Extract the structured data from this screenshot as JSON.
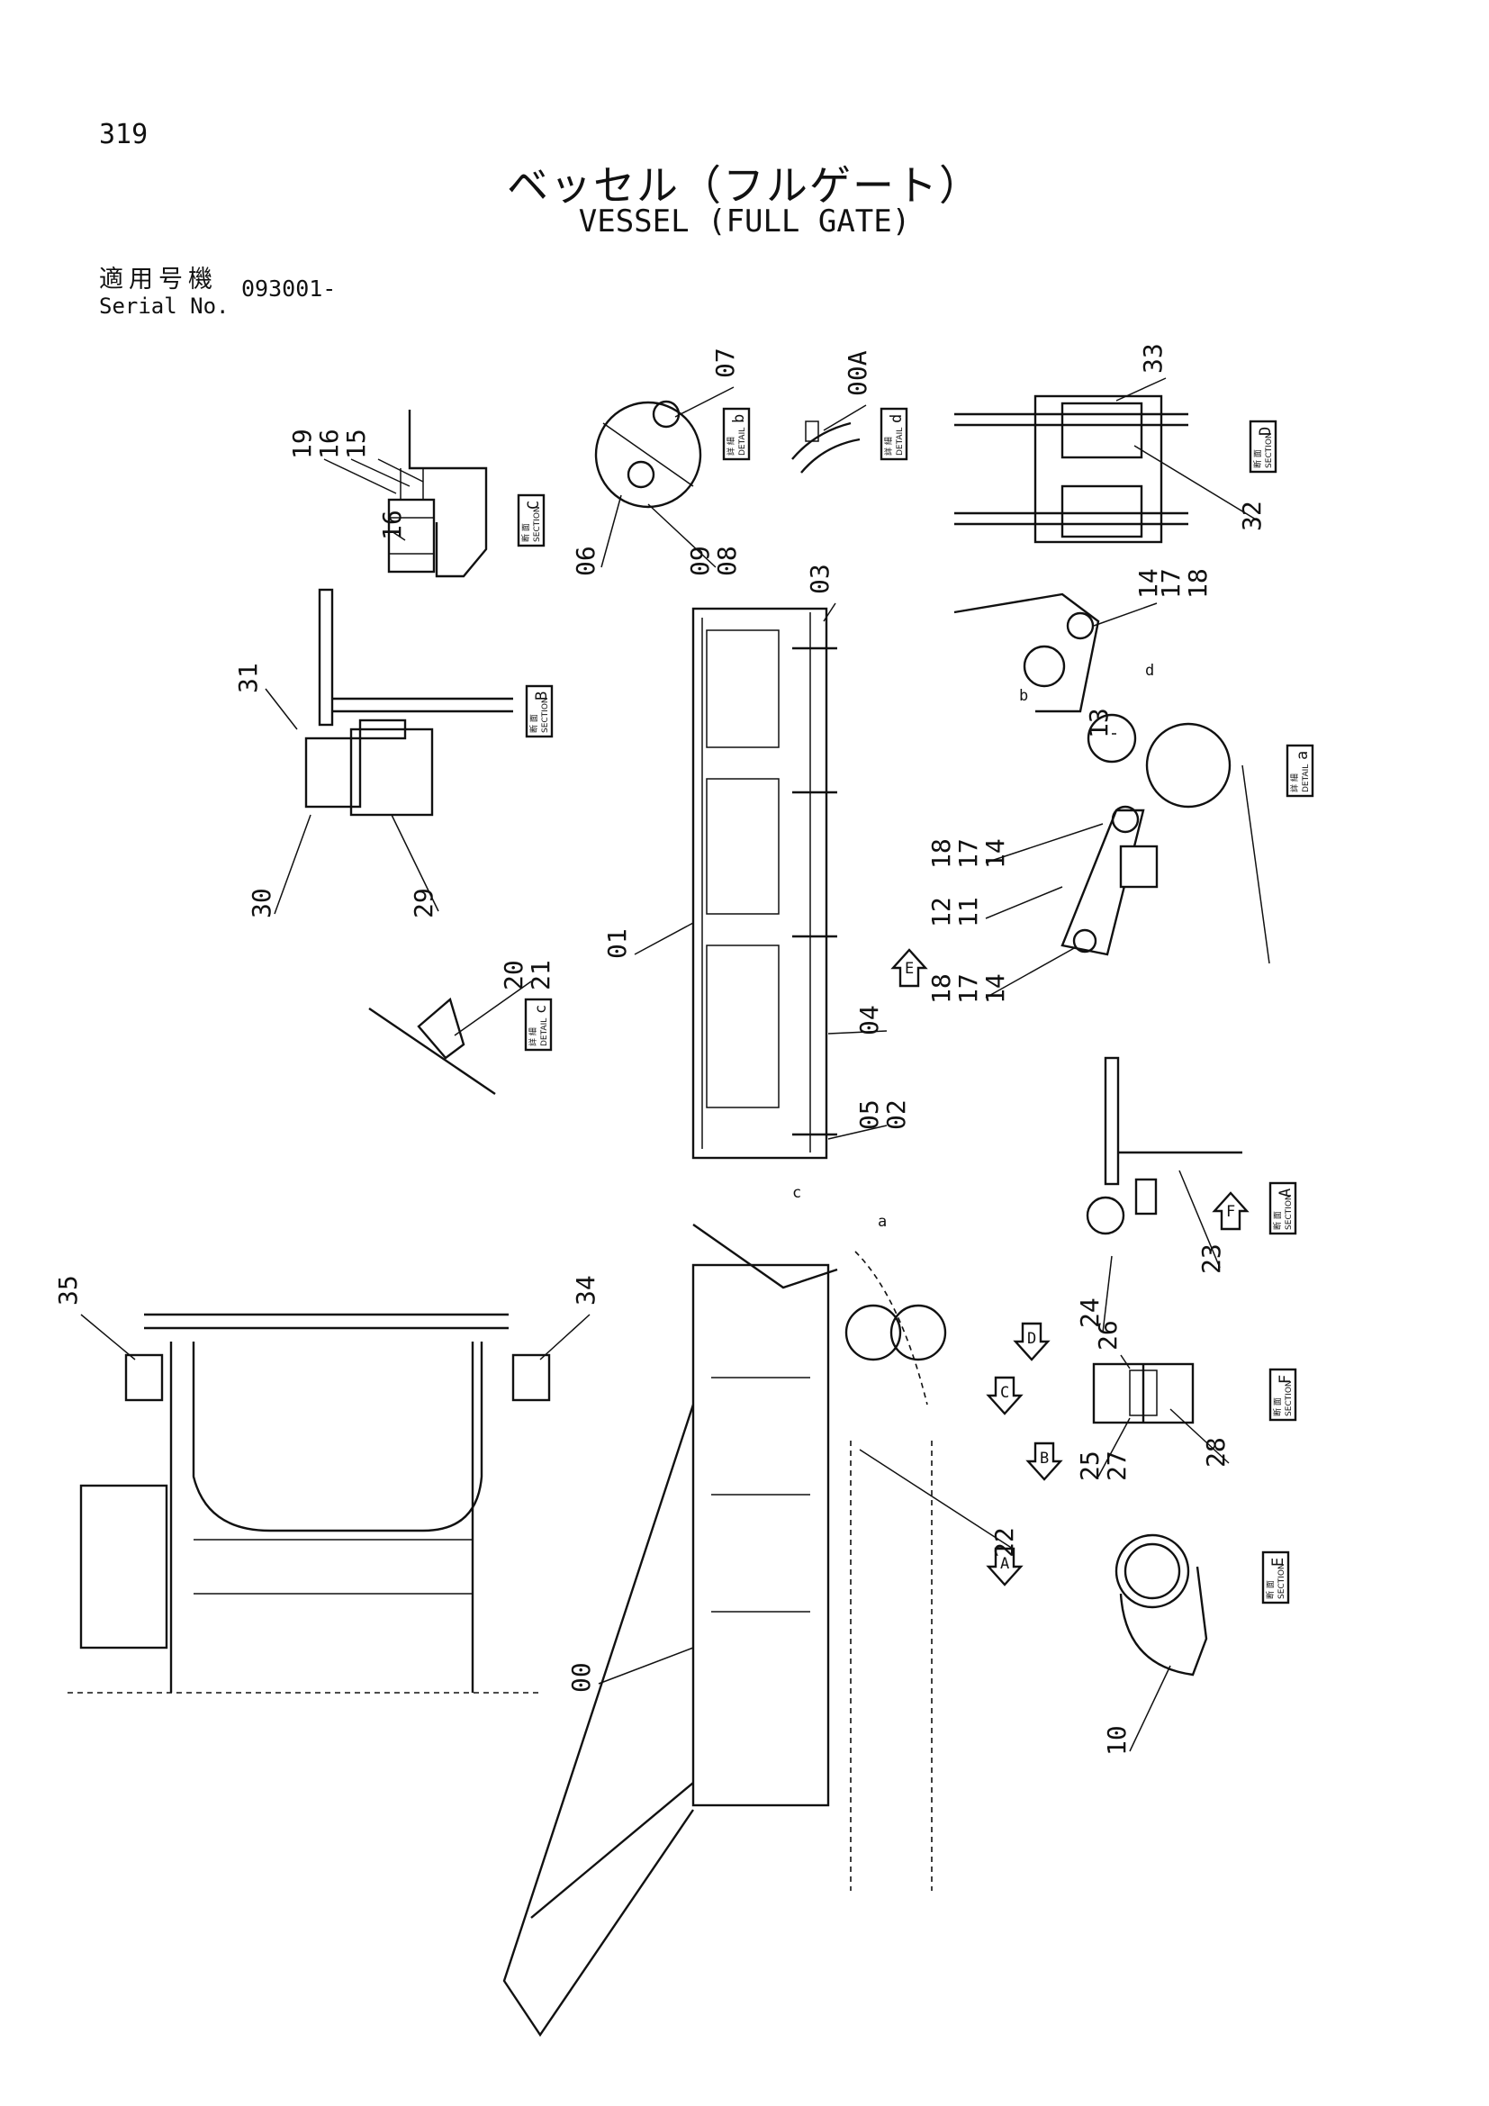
{
  "page_number": "319",
  "title_jp": "ベッセル（フルゲート）",
  "title_en": "VESSEL (FULL GATE)",
  "serial_label_jp": "適用号機",
  "serial_label_en": "Serial No.",
  "serial_value": "093001-",
  "view_tags": [
    {
      "id": "section-c",
      "jp": "断 面",
      "en": "SECTION",
      "letter": "C"
    },
    {
      "id": "detail-b",
      "jp": "詳 細",
      "en": "DETAIL",
      "letter": "b"
    },
    {
      "id": "detail-d",
      "jp": "詳 細",
      "en": "DETAIL",
      "letter": "d"
    },
    {
      "id": "section-d",
      "jp": "断 面",
      "en": "SECTION",
      "letter": "D"
    },
    {
      "id": "section-b",
      "jp": "断 面",
      "en": "SECTION",
      "letter": "B"
    },
    {
      "id": "detail-a",
      "jp": "詳 細",
      "en": "DETAIL",
      "letter": "a"
    },
    {
      "id": "detail-c",
      "jp": "詳 細",
      "en": "DETAIL",
      "letter": "c"
    },
    {
      "id": "section-a",
      "jp": "断 面",
      "en": "SECTION",
      "letter": "A"
    },
    {
      "id": "section-f",
      "jp": "断 面",
      "en": "SECTION",
      "letter": "F"
    },
    {
      "id": "section-e",
      "jp": "断 面",
      "en": "SECTION",
      "letter": "E"
    }
  ],
  "view_arrows": [
    "E",
    "F",
    "D",
    "C",
    "B",
    "A"
  ],
  "detail_markers": [
    "b",
    "d",
    "c",
    "a"
  ],
  "part_labels": [
    "19",
    "16",
    "15",
    "16",
    "07",
    "06",
    "09",
    "08",
    "00A",
    "33",
    "32",
    "03",
    "14",
    "17",
    "18",
    "13",
    "31",
    "18",
    "17",
    "14",
    "12",
    "11",
    "18",
    "17",
    "14",
    "30",
    "29",
    "01",
    "20",
    "21",
    "04",
    "05",
    "02",
    "35",
    "34",
    "23",
    "24",
    "26",
    "28",
    "25",
    "27",
    "22",
    "00",
    "10"
  ]
}
